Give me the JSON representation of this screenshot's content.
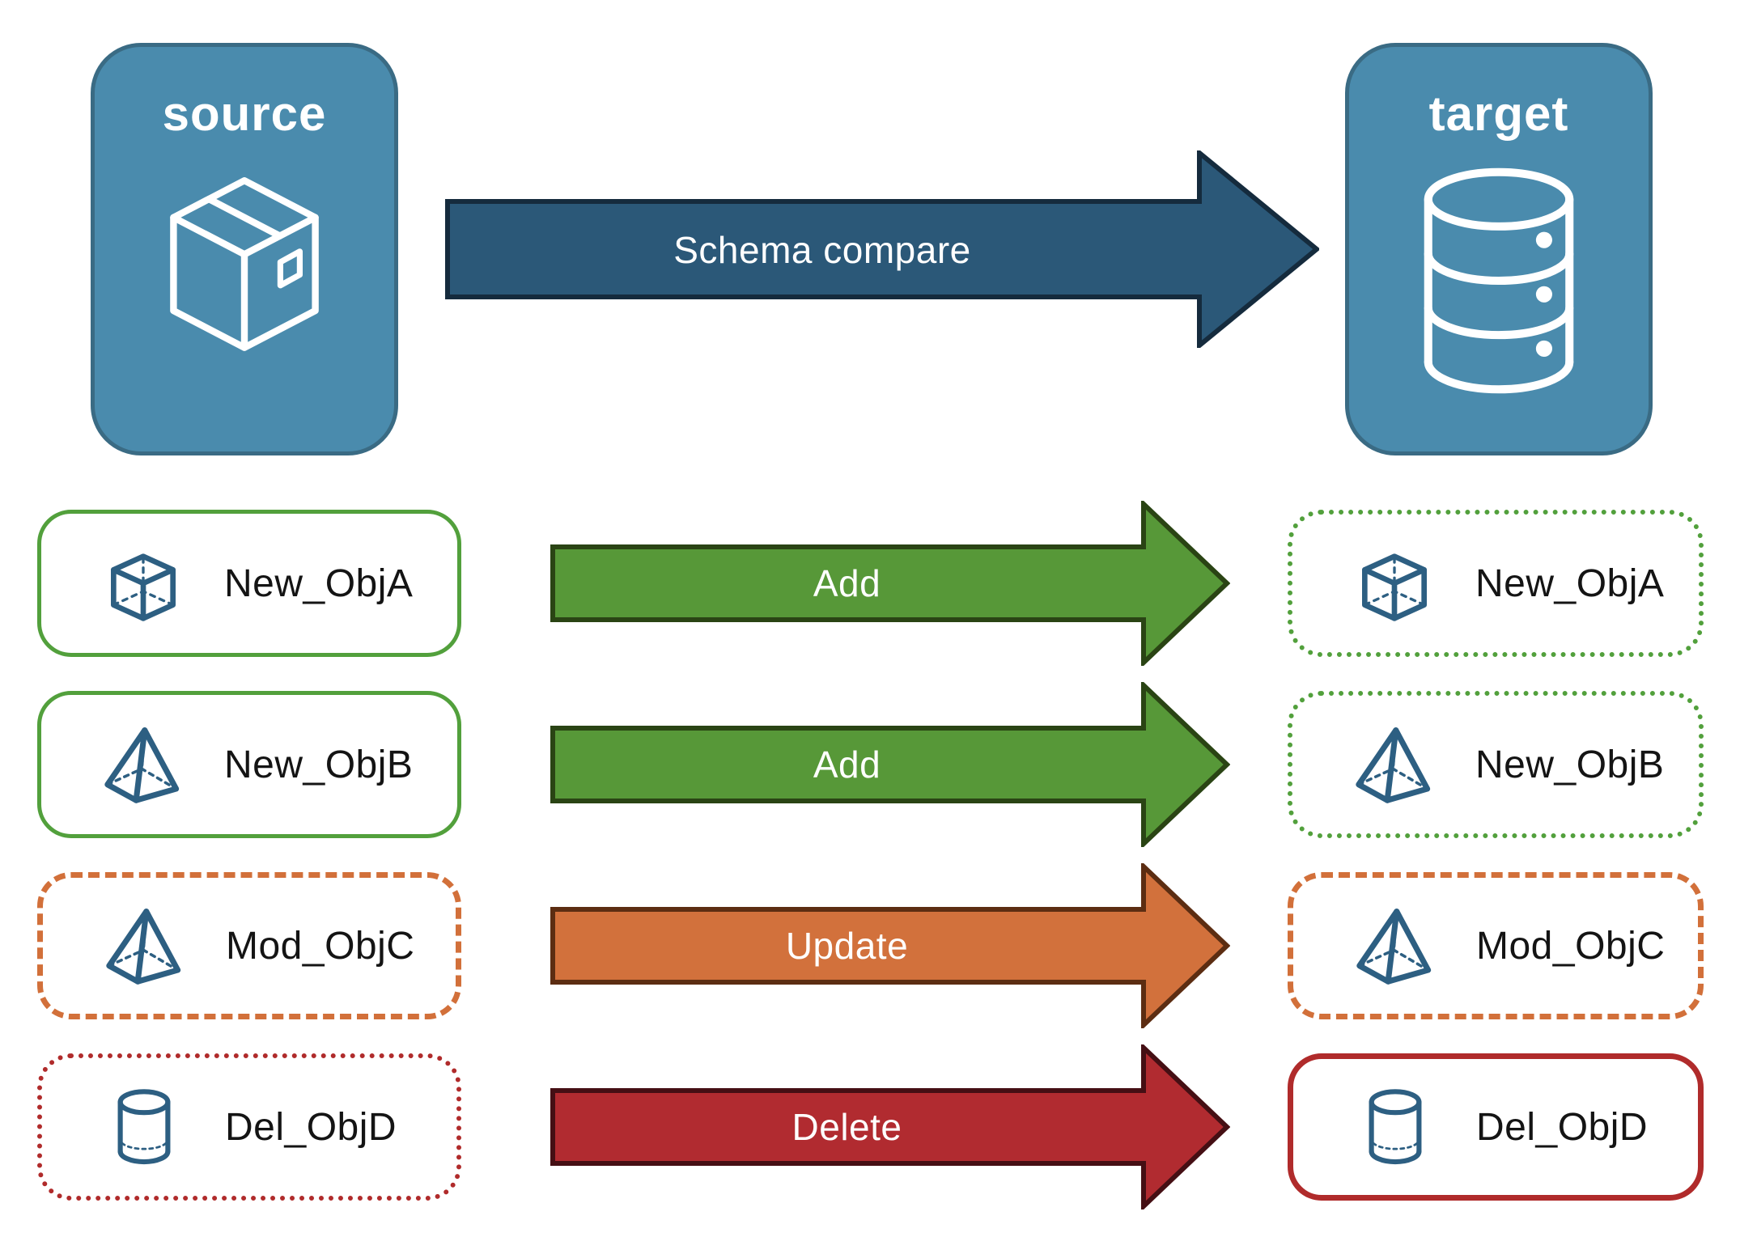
{
  "colors": {
    "page_bg": "#FFFFFF",
    "node_fill": "#4A8BAD",
    "node_border": "#3A6B84",
    "schema_arrow_fill": "#2B5878",
    "schema_arrow_border": "#152B3D",
    "add_arrow_fill": "#579838",
    "add_arrow_border": "#2A4414",
    "update_arrow_fill": "#D2713C",
    "update_arrow_border": "#5C2D12",
    "delete_arrow_fill": "#B12B30",
    "delete_arrow_border": "#450F14",
    "green_outline": "#52A03C",
    "orange_outline": "#D2703A",
    "red_outline": "#B02B2B",
    "object_icon": "#2D5F82",
    "label_text": "#141414",
    "arrow_text": "#FFFFFF"
  },
  "top": {
    "source": {
      "label": "source",
      "icon": "package-icon"
    },
    "target": {
      "label": "target",
      "icon": "database-icon"
    },
    "arrow_label": "Schema compare"
  },
  "rows": [
    {
      "object": "New_ObjA",
      "icon": "cube-icon",
      "action": "Add",
      "left_style": "solid-green",
      "right_style": "dotted-green"
    },
    {
      "object": "New_ObjB",
      "icon": "pyramid-icon",
      "action": "Add",
      "left_style": "solid-green",
      "right_style": "dotted-green"
    },
    {
      "object": "Mod_ObjC",
      "icon": "pyramid-icon",
      "action": "Update",
      "left_style": "dashed-orange",
      "right_style": "dashed-orange"
    },
    {
      "object": "Del_ObjD",
      "icon": "cylinder-icon",
      "action": "Delete",
      "left_style": "dotted-red",
      "right_style": "solid-red"
    }
  ]
}
